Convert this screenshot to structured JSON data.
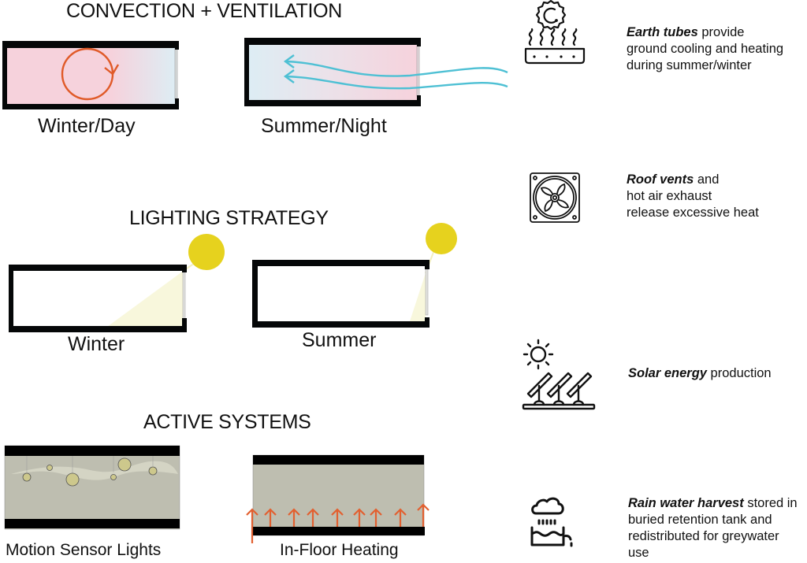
{
  "sections": {
    "convection": {
      "title": "CONVECTION + VENTILATION",
      "diagrams": [
        {
          "label": "Winter/Day"
        },
        {
          "label": "Summer/Night"
        }
      ]
    },
    "lighting": {
      "title": "LIGHTING STRATEGY",
      "diagrams": [
        {
          "label": "Winter"
        },
        {
          "label": "Summer"
        }
      ]
    },
    "active": {
      "title": "ACTIVE SYSTEMS",
      "diagrams": [
        {
          "label": "Motion Sensor Lights"
        },
        {
          "label": "In-Floor Heating"
        }
      ]
    }
  },
  "features": [
    {
      "icon": "earth-tube-icon",
      "bold": "Earth tubes",
      "rest": " provide",
      "lines": [
        "ground cooling  and heating",
        "during summer/winter"
      ]
    },
    {
      "icon": "exhaust-fan-icon",
      "bold": "Roof vents",
      "rest": " and",
      "lines": [
        "hot air exhaust",
        "release excessive heat"
      ]
    },
    {
      "icon": "solar-panel-icon",
      "bold": "Solar energy",
      "rest": " production",
      "lines": []
    },
    {
      "icon": "rain-harvest-icon",
      "bold": "Rain water harvest",
      "rest": " stored in",
      "lines": [
        "buried retention tank and",
        "redistributed for greywater",
        "use"
      ]
    }
  ],
  "colors": {
    "warm": "#f6d2dc",
    "cool": "#ddedf4",
    "convection_arrow": "#e05a28",
    "airflow": "#4ec0d4",
    "sun": "#e6d21e",
    "sunlight": "#f8f7dc",
    "room_fill": "#bebeb0",
    "lamp": "#cdc88c",
    "heat_arrow": "#e26030",
    "wall": "#050708"
  }
}
